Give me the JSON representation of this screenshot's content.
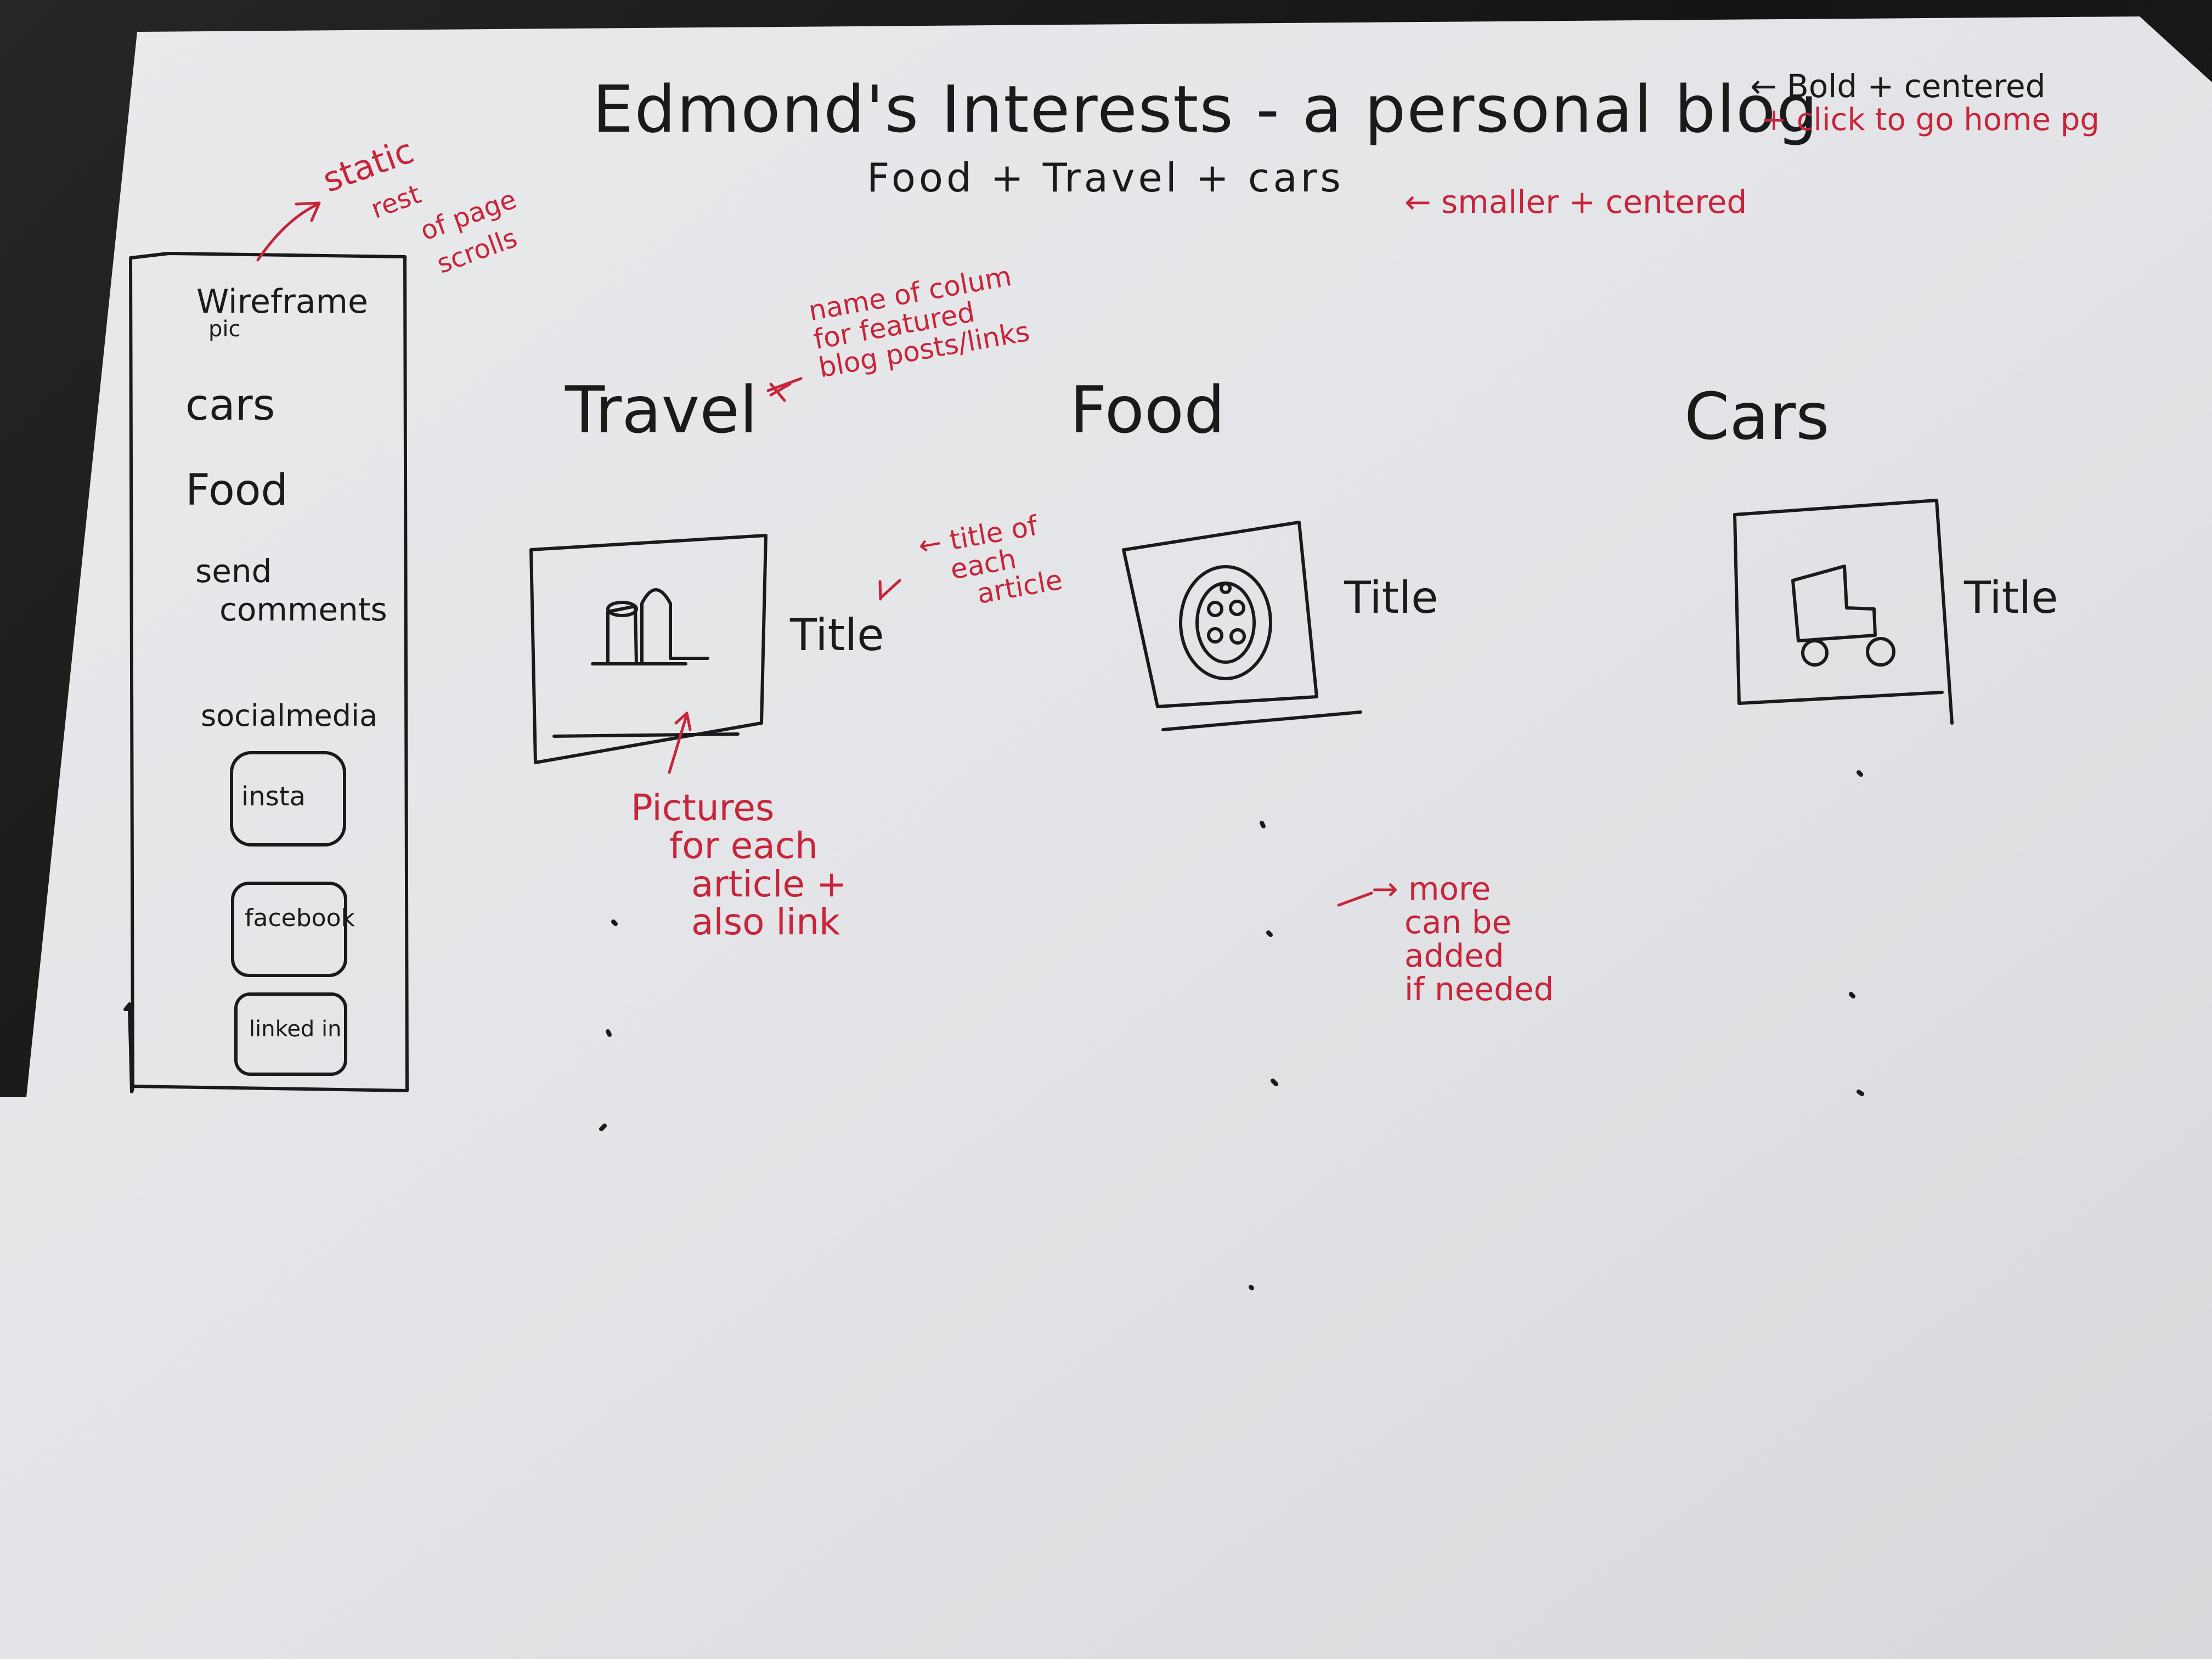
{
  "page": {
    "title": "Edmond's Interests - a personal blog",
    "subtitle": "Food + Travel + cars"
  },
  "annotations": {
    "title_note_line1": "← Bold + centered",
    "title_note_line2": "+ click to go home pg",
    "subtitle_note": "← smaller + centered",
    "sidebar_note": [
      "static",
      "rest",
      "of page",
      "scrolls"
    ],
    "column_note": [
      "name of colum",
      "for featured",
      "blog posts/links"
    ],
    "title_note": [
      "← title of",
      "each",
      "article"
    ],
    "picture_note": [
      "Pictures",
      "for each",
      "article +",
      "also link"
    ],
    "more_note": [
      "→ more",
      "can be",
      "added",
      "if needed"
    ]
  },
  "sidebar": {
    "wireframe_label": "Wireframe",
    "wireframe_sub": "pic",
    "items": [
      "cars",
      "Food"
    ],
    "send_line1": "send",
    "send_line2": "comments",
    "social_label": "socialmedia",
    "social_buttons": [
      "insta",
      "facebook",
      "linked in"
    ]
  },
  "columns": [
    {
      "name": "Travel",
      "article_title": "Title",
      "icon": "building-icon"
    },
    {
      "name": "Food",
      "article_title": "Title",
      "icon": "plate-icon"
    },
    {
      "name": "Cars",
      "article_title": "Title",
      "icon": "truck-icon"
    }
  ],
  "colors": {
    "ink": "#1a1a1a",
    "red_pen": "#c8243a",
    "paper": "#e7e8ea"
  }
}
